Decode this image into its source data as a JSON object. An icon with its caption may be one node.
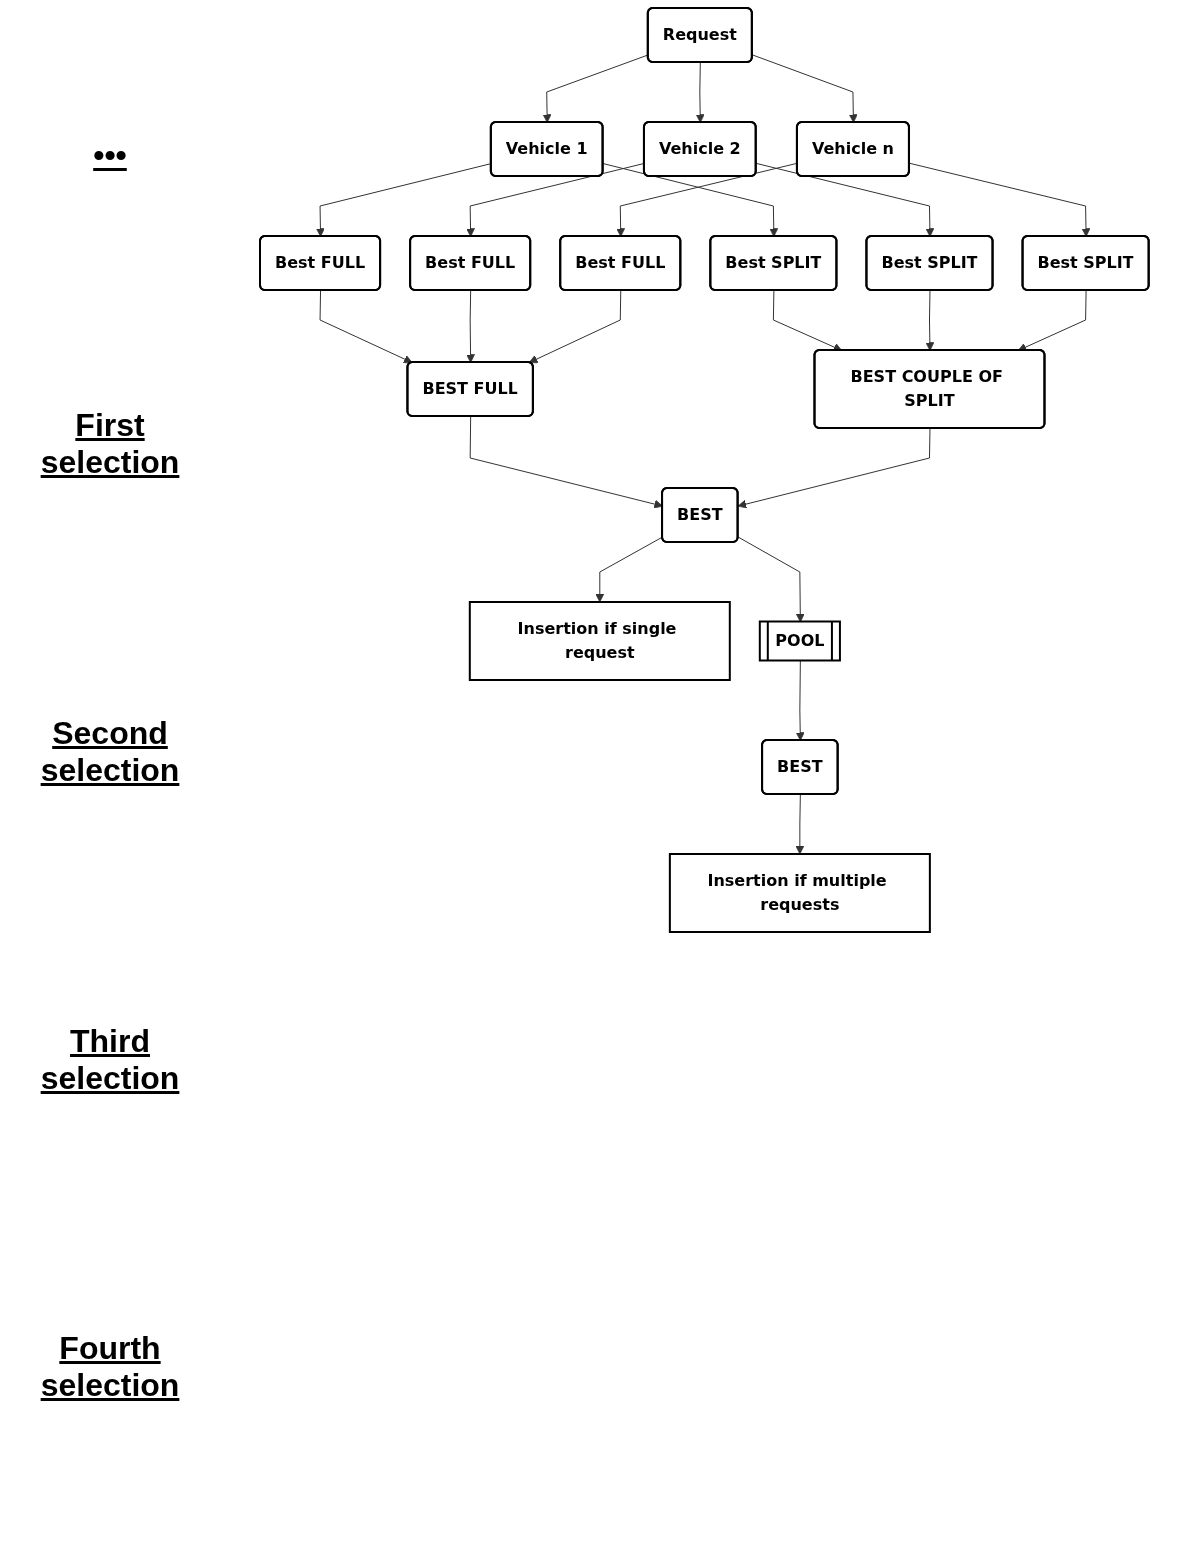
{
  "diagram": {
    "nodes": [
      {
        "text": [
          "Request"
        ]
      },
      {
        "text": [
          "Vehicle 1"
        ]
      },
      {
        "text": [
          "Vehicle 2"
        ]
      },
      {
        "text": [
          "Vehicle n"
        ]
      },
      {
        "text": [
          "Best FULL"
        ]
      },
      {
        "text": [
          "Best SPLIT"
        ]
      },
      {
        "text": [
          "Best FULL"
        ]
      },
      {
        "text": [
          "Best SPLIT"
        ]
      },
      {
        "text": [
          "Best FULL"
        ]
      },
      {
        "text": [
          "Best SPLIT"
        ]
      },
      {
        "text": [
          "BEST FULL"
        ]
      },
      {
        "text": [
          "BEST COUPLE OF SPLIT"
        ]
      },
      {
        "text": [
          "BEST"
        ]
      },
      {
        "text": [
          "Insertion if single request"
        ]
      },
      {
        "text": [
          "POOL"
        ]
      },
      {
        "text": [
          "BEST"
        ]
      },
      {
        "text": [
          "Insertion if multiple requests"
        ]
      }
    ],
    "edges": [
      {
        "from": 0,
        "to": 1,
        "arrow": "to"
      },
      {
        "from": 0,
        "to": 2,
        "arrow": "to"
      },
      {
        "from": 0,
        "to": 3,
        "arrow": "to"
      },
      {
        "from": 1,
        "to": 4,
        "arrow": "to"
      },
      {
        "from": 1,
        "to": 5,
        "arrow": "to"
      },
      {
        "from": 2,
        "to": 6,
        "arrow": "to"
      },
      {
        "from": 2,
        "to": 7,
        "arrow": "to"
      },
      {
        "from": 3,
        "to": 8,
        "arrow": "to"
      },
      {
        "from": 3,
        "to": 9,
        "arrow": "to"
      },
      {
        "from": 4,
        "to": 10,
        "arrow": "to"
      },
      {
        "from": 6,
        "to": 10,
        "arrow": "to"
      },
      {
        "from": 8,
        "to": 10,
        "arrow": "to"
      },
      {
        "from": 5,
        "to": 11,
        "arrow": "to"
      },
      {
        "from": 7,
        "to": 11,
        "arrow": "to"
      },
      {
        "from": 9,
        "to": 11,
        "arrow": "to"
      },
      {
        "from": 10,
        "to": 12,
        "arrow": "to"
      },
      {
        "from": 11,
        "to": 12,
        "arrow": "to"
      },
      {
        "from": 12,
        "to": 13,
        "arrow": "to"
      },
      {
        "from": 12,
        "to": 14,
        "arrow": "to"
      },
      {
        "from": 14,
        "to": 15,
        "arrow": "to"
      },
      {
        "from": 15,
        "to": 16,
        "arrow": "to"
      }
    ],
    "labels": [
      "•••",
      "First selection",
      "Second selection",
      "Third selection",
      "Fourth selection"
    ]
  }
}
